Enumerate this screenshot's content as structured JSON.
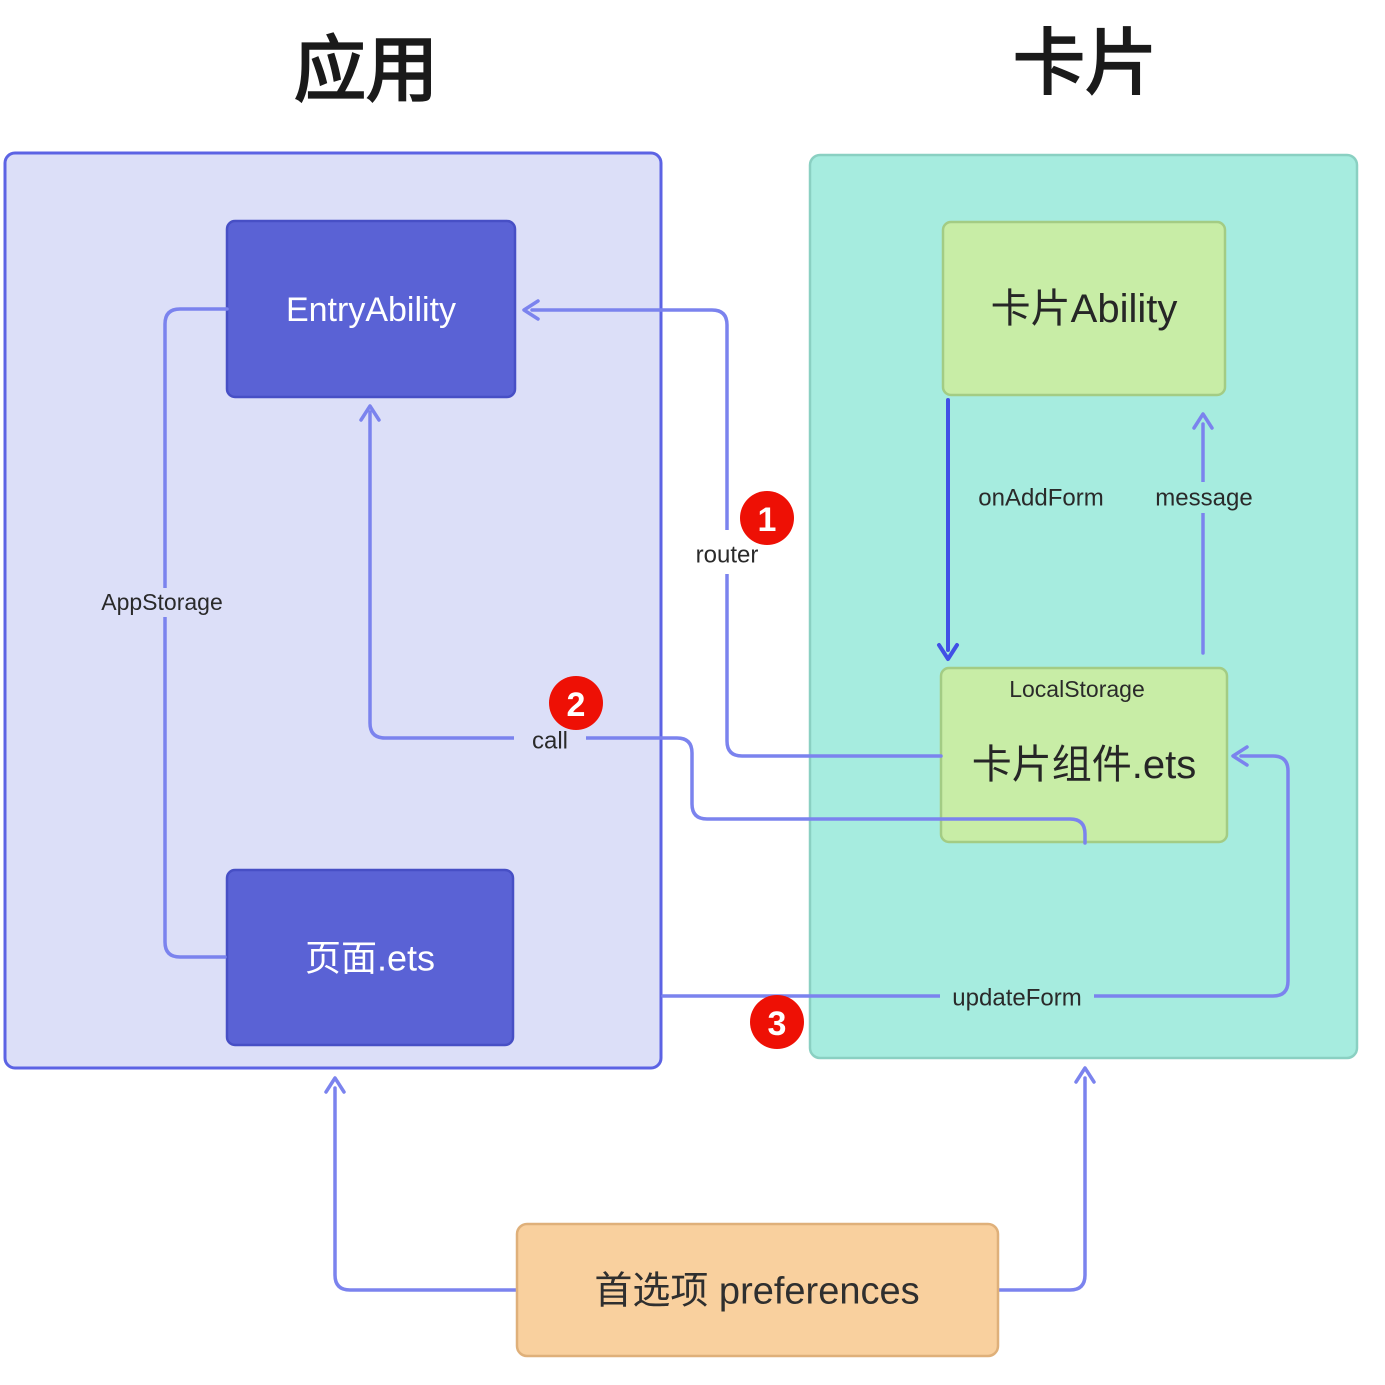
{
  "diagram": {
    "app_section": {
      "title": "应用",
      "nodes": {
        "entry_ability": "EntryAbility",
        "page_ets": "页面.ets"
      }
    },
    "card_section": {
      "title": "卡片",
      "nodes": {
        "card_ability": "卡片Ability",
        "card_component": "卡片组件.ets",
        "card_component_tag": "LocalStorage"
      }
    },
    "preferences_node": "首选项 preferences",
    "edge_labels": {
      "app_storage": "AppStorage",
      "router": "router",
      "call": "call",
      "update_form": "updateForm",
      "on_add_form": "onAddForm",
      "message": "message"
    },
    "step_badges": {
      "step1": "1",
      "step2": "2",
      "step3": "3"
    },
    "colors": {
      "edge": "#7b83ee",
      "edge_strong": "#4150e6",
      "badge": "#ee1005",
      "app_container_fill": "#dcdff8",
      "app_container_border": "#5c63e4",
      "card_container_fill": "#a6ecdf",
      "card_container_border": "#8ad0c2",
      "blue_node_fill": "#5a62d5",
      "green_node_fill": "#c8eda6",
      "orange_node_fill": "#f9d09e",
      "title_color": "#1a1a1a"
    }
  }
}
